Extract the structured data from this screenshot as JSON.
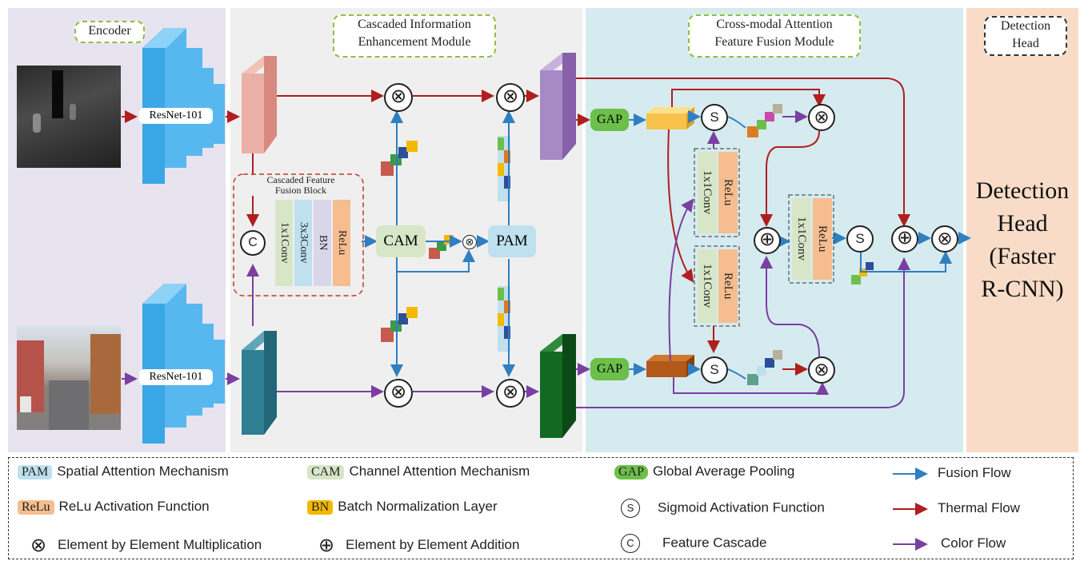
{
  "sections": {
    "encoder": "Encoder",
    "cie_line1": "Cascaded Information",
    "cie_line2": "Enhancement Module",
    "cross_line1": "Cross-modal Attention",
    "cross_line2": "Feature Fusion Module",
    "head_line1": "Detection",
    "head_line2": "Head"
  },
  "encoder": {
    "backbone_top": "ResNet-101",
    "backbone_bottom": "ResNet-101"
  },
  "ccf": {
    "title_line1": "Cascaded Feature",
    "title_line2": "Fusion Block",
    "layers": [
      "1x1Conv",
      "3x3Conv",
      "BN",
      "ReLu"
    ]
  },
  "modules": {
    "cam": "CAM",
    "pam": "PAM",
    "gap_top": "GAP",
    "gap_bottom": "GAP"
  },
  "convblocks": {
    "upper": [
      "1x1Conv",
      "ReLu"
    ],
    "lower": [
      "1x1Conv",
      "ReLu"
    ],
    "right": [
      "1x1Conv",
      "ReLu"
    ]
  },
  "symbols": {
    "cascade": "C",
    "sigmoid": "S",
    "multiply": "⊗",
    "add": "⊕"
  },
  "head": {
    "line1": "Detection",
    "line2": "Head",
    "line3": "(Faster",
    "line4": "R-CNN)"
  },
  "colors": {
    "encoder_bg": "#e7e3ef",
    "cie_bg": "#efefef",
    "cross_bg": "#d6ebf0",
    "head_bg": "#f8dcc8",
    "fusion_flow": "#2f7fc1",
    "thermal_flow": "#b01e1e",
    "color_flow": "#7a3fa0",
    "pam_fill": "#bfe0ee",
    "cam_fill": "#d8e6c8",
    "gap_fill": "#6cc04a",
    "relu_fill": "#f6bd8f",
    "bn_fill": "#f5b800",
    "resnet_blue": "#3aa7e6"
  },
  "legend": [
    {
      "key": "PAM",
      "text": "Spatial Attention Mechanism"
    },
    {
      "key": "CAM",
      "text": "Channel Attention Mechanism"
    },
    {
      "key": "GAP",
      "text": "Global Average Pooling"
    },
    {
      "key": "arrow-fusion",
      "text": "Fusion Flow"
    },
    {
      "key": "ReLu",
      "text": "ReLu Activation Function"
    },
    {
      "key": "BN",
      "text": "Batch Normalization Layer"
    },
    {
      "key": "S",
      "text": "Sigmoid Activation Function"
    },
    {
      "key": "arrow-thermal",
      "text": "Thermal Flow"
    },
    {
      "key": "⊗",
      "text": "Element by Element Multiplication"
    },
    {
      "key": "⊕",
      "text": "Element by Element Addition"
    },
    {
      "key": "C",
      "text": "Feature Cascade"
    },
    {
      "key": "arrow-color",
      "text": "Color Flow"
    }
  ]
}
